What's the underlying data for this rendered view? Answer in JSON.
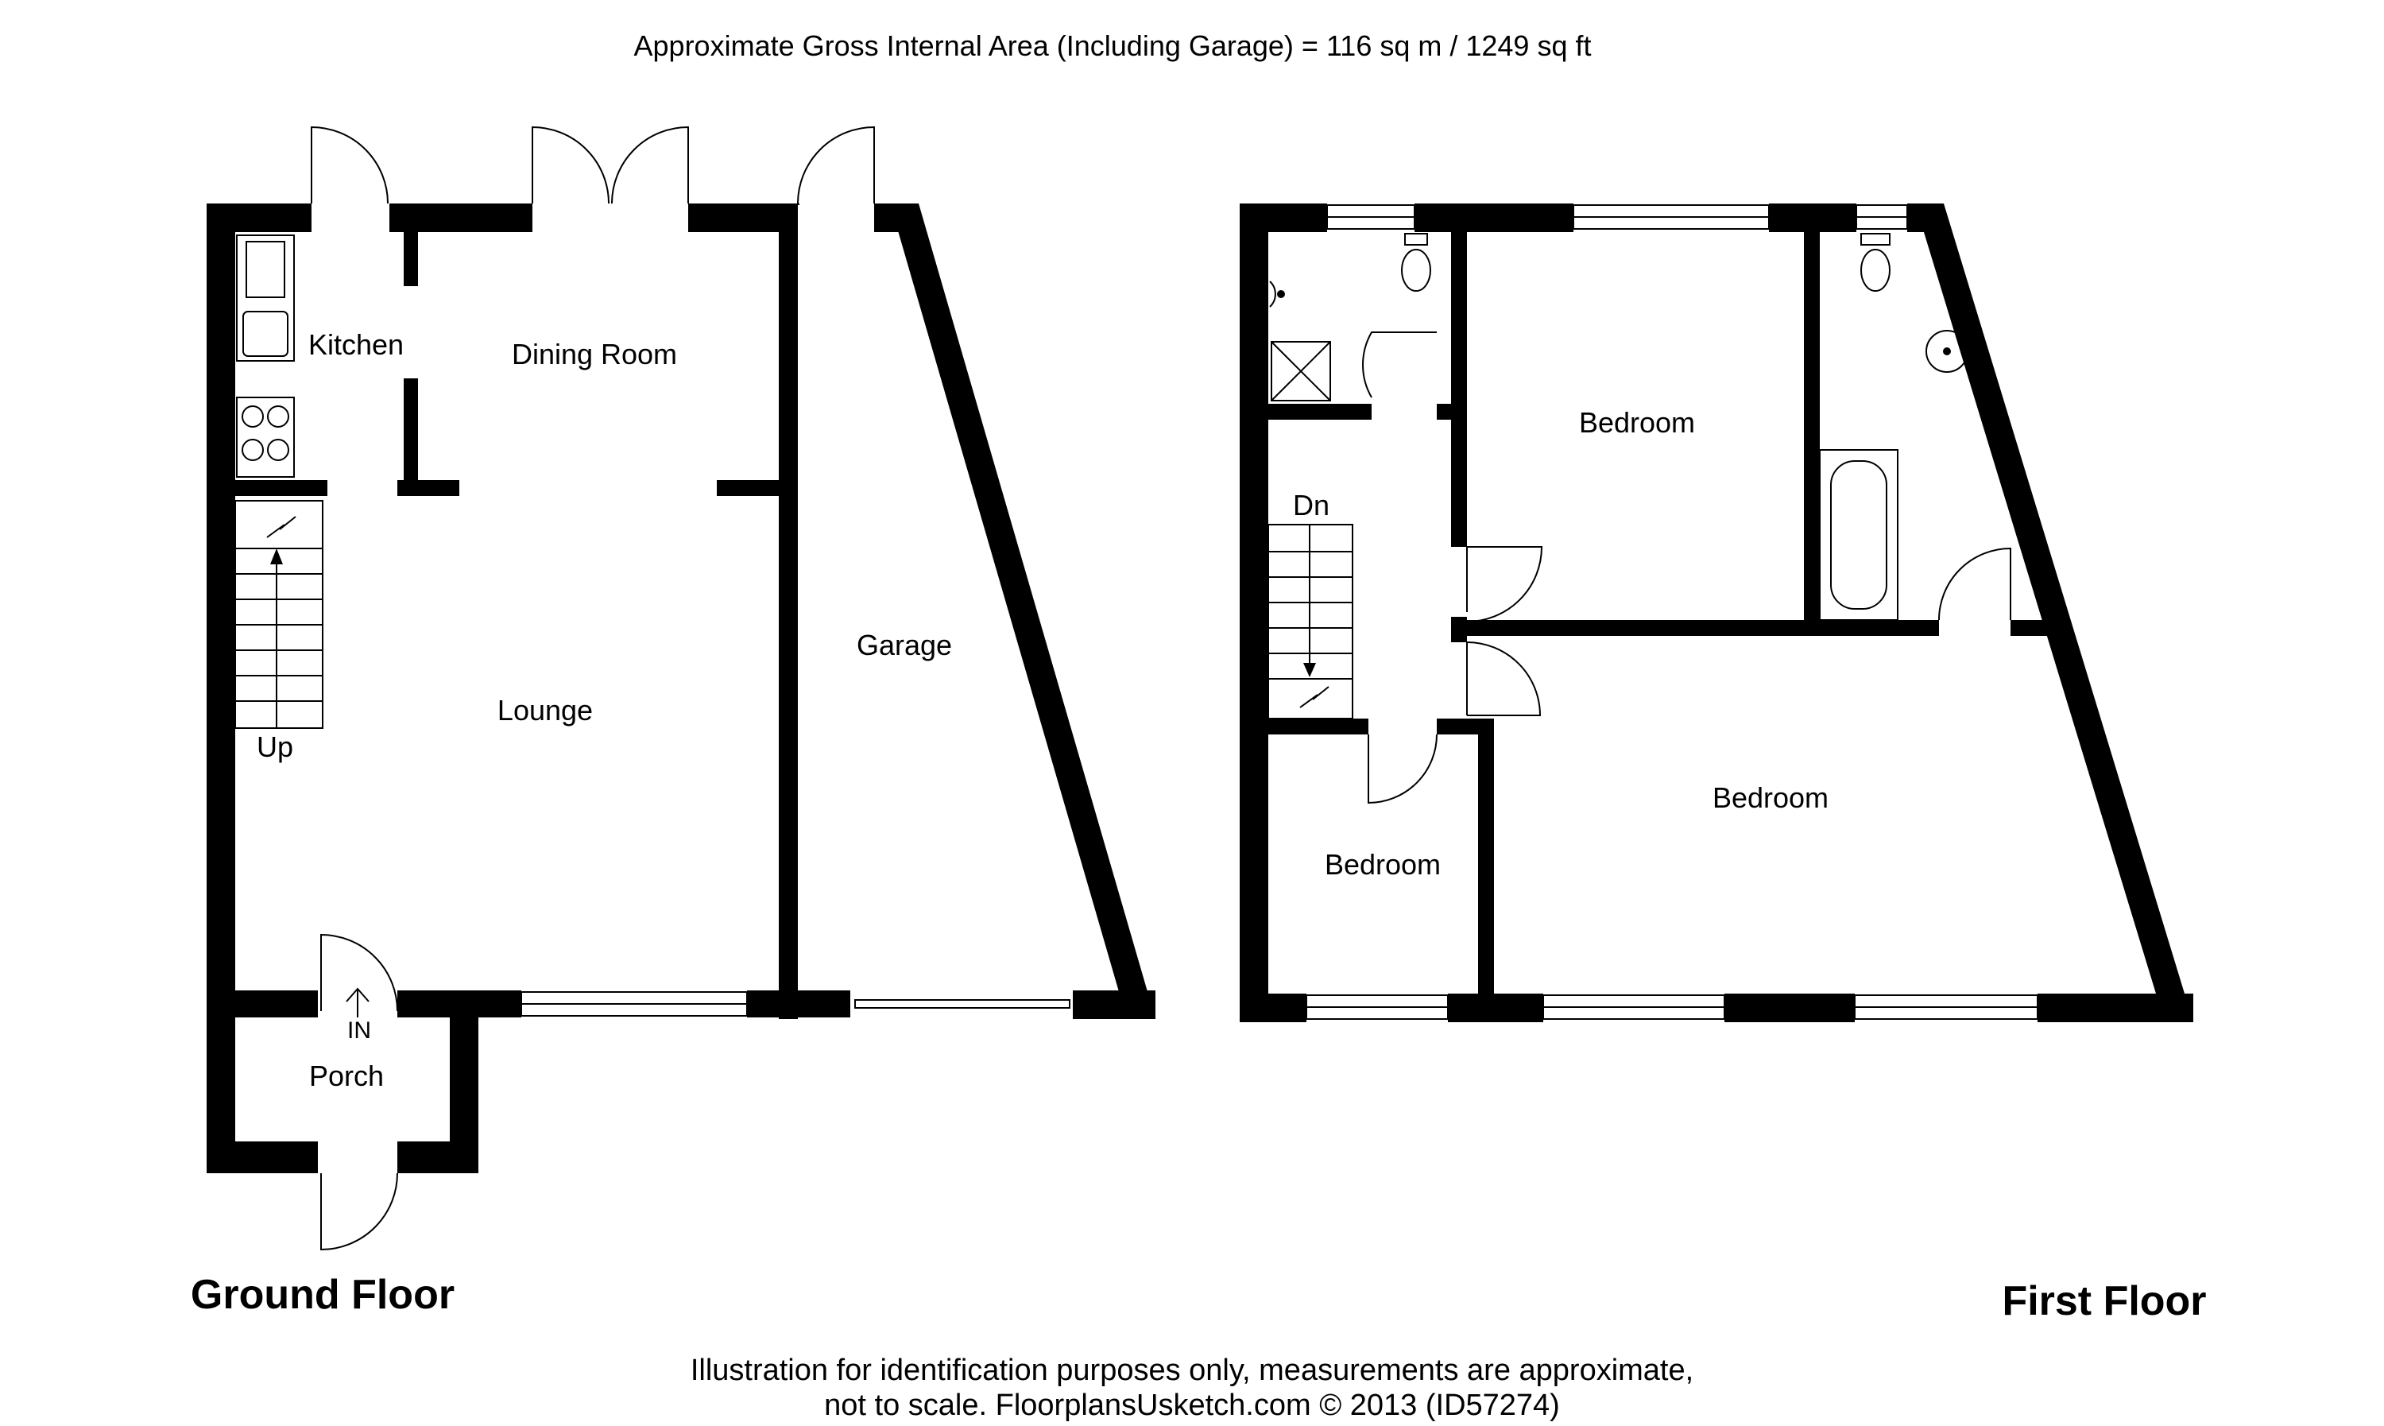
{
  "header": {
    "area_text": "Approximate Gross Internal Area (Including Garage) = 116 sq m / 1249 sq ft"
  },
  "ground_floor": {
    "title": "Ground Floor",
    "rooms": {
      "kitchen": "Kitchen",
      "dining_room": "Dining Room",
      "lounge": "Lounge",
      "garage": "Garage",
      "porch": "Porch"
    },
    "stairs_label": "Up",
    "entrance_label": "IN"
  },
  "first_floor": {
    "title": "First Floor",
    "rooms": {
      "bedroom_top": "Bedroom",
      "bedroom_large": "Bedroom",
      "bedroom_small": "Bedroom"
    },
    "stairs_label": "Dn"
  },
  "footer": {
    "line1": "Illustration for identification purposes only, measurements are approximate,",
    "line2": "not to scale. FloorplansUsketch.com © 2013 (ID57274)"
  },
  "colors": {
    "wall": "#000000",
    "background": "#ffffff"
  }
}
